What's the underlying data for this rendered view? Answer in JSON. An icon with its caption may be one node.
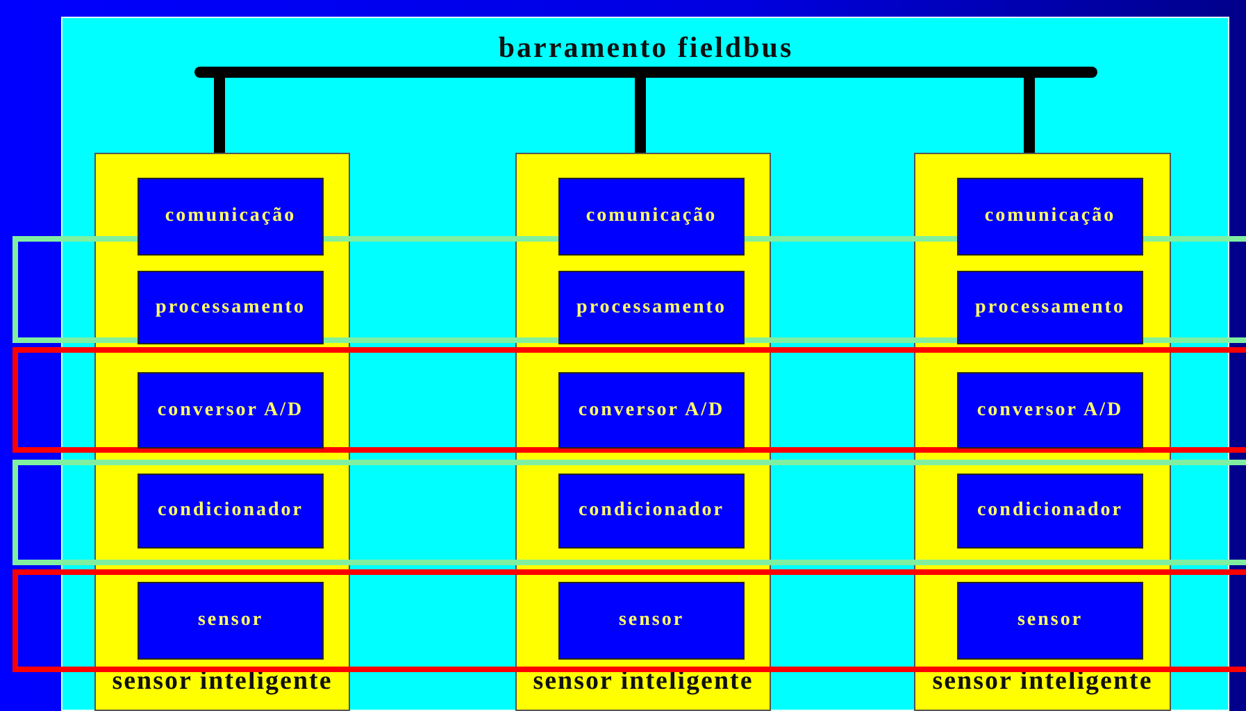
{
  "diagram": {
    "nodes": [
      {
        "text": [
          "barramento fieldbus"
        ]
      },
      {
        "text": [
          "sensor inteligente"
        ]
      },
      {
        "text": [
          "comunicação"
        ],
        "in": 1
      },
      {
        "text": [
          "processamento"
        ],
        "in": 1
      },
      {
        "text": [
          "conversor A/D"
        ],
        "in": 1
      },
      {
        "text": [
          "condicionador"
        ],
        "in": 1
      },
      {
        "text": [
          "sensor"
        ],
        "in": 1
      },
      {
        "text": [
          "sensor inteligente"
        ]
      },
      {
        "text": [
          "comunicação"
        ],
        "in": 7
      },
      {
        "text": [
          "processamento"
        ],
        "in": 7
      },
      {
        "text": [
          "conversor A/D"
        ],
        "in": 7
      },
      {
        "text": [
          "condicionador"
        ],
        "in": 7
      },
      {
        "text": [
          "sensor"
        ],
        "in": 7
      },
      {
        "text": [
          "sensor inteligente"
        ]
      },
      {
        "text": [
          "comunicação"
        ],
        "in": 13
      },
      {
        "text": [
          "processamento"
        ],
        "in": 13
      },
      {
        "text": [
          "conversor A/D"
        ],
        "in": 13
      },
      {
        "text": [
          "condicionador"
        ],
        "in": 13
      },
      {
        "text": [
          "sensor"
        ],
        "in": 13
      }
    ],
    "edges": [
      {
        "from": 0,
        "to": 1,
        "arrow": "none"
      },
      {
        "from": 0,
        "to": 7,
        "arrow": "none"
      },
      {
        "from": 0,
        "to": 13,
        "arrow": "none"
      }
    ]
  }
}
